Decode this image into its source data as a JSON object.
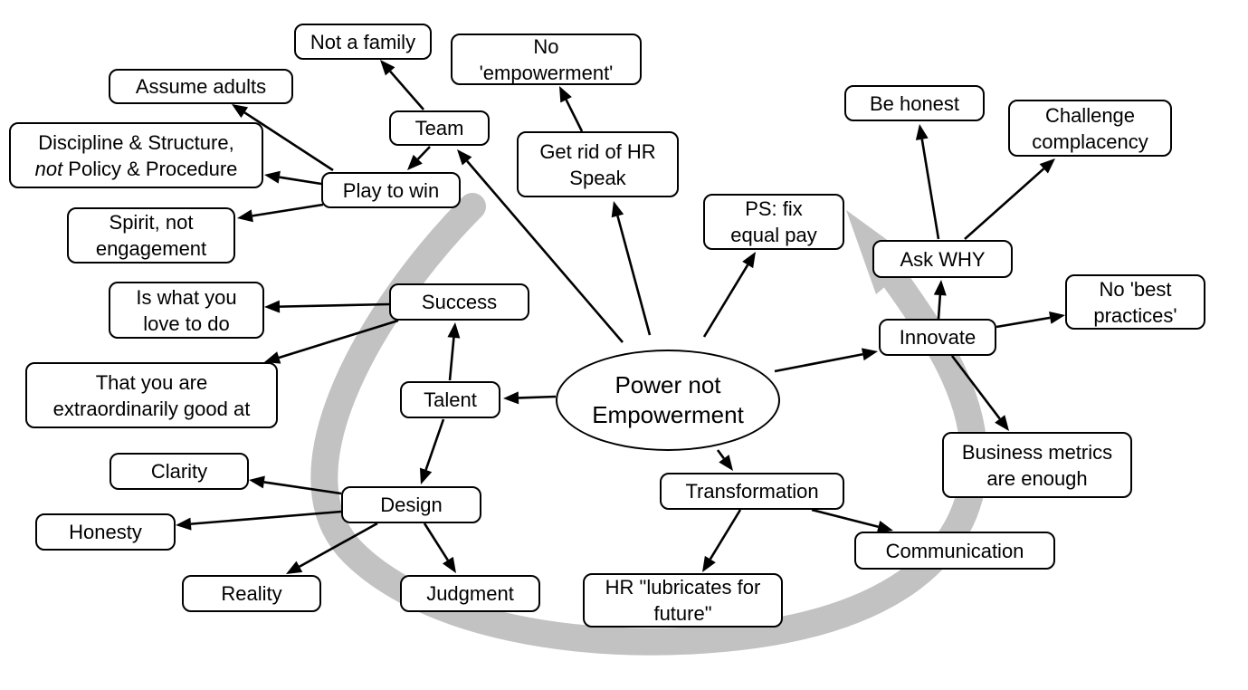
{
  "diagram": {
    "type": "concept-map",
    "colors": {
      "line": "#000000",
      "loop": "#c2c2c2",
      "node_fill": "#ffffff"
    },
    "center": {
      "id": "power",
      "label": "Power not\nEmpowerment"
    },
    "nodes": [
      {
        "id": "not_family",
        "label": "Not a family"
      },
      {
        "id": "no_empowerment",
        "label": "No\n'empowerment'"
      },
      {
        "id": "assume_adults",
        "label": "Assume adults"
      },
      {
        "id": "team",
        "label": "Team"
      },
      {
        "id": "hr_speak",
        "label": "Get rid of HR\nSpeak"
      },
      {
        "id": "discipline",
        "label": "Discipline & Structure,",
        "label_italic": "not",
        "label_rest": " Policy & Procedure"
      },
      {
        "id": "play_to_win",
        "label": "Play to win"
      },
      {
        "id": "spirit",
        "label": "Spirit, not\nengagement"
      },
      {
        "id": "equal_pay",
        "label": "PS: fix\nequal pay"
      },
      {
        "id": "be_honest",
        "label": "Be honest"
      },
      {
        "id": "challenge",
        "label": "Challenge\ncomplacency"
      },
      {
        "id": "ask_why",
        "label": "Ask WHY"
      },
      {
        "id": "love_to_do",
        "label": "Is what you\nlove to do"
      },
      {
        "id": "success",
        "label": "Success"
      },
      {
        "id": "best_practices",
        "label": "No 'best\npractices'"
      },
      {
        "id": "innovate",
        "label": "Innovate"
      },
      {
        "id": "good_at",
        "label": "That you are\nextraordinarily good at"
      },
      {
        "id": "talent",
        "label": "Talent"
      },
      {
        "id": "metrics",
        "label": "Business metrics\nare enough"
      },
      {
        "id": "clarity",
        "label": "Clarity"
      },
      {
        "id": "transformation",
        "label": "Transformation"
      },
      {
        "id": "design",
        "label": "Design"
      },
      {
        "id": "honesty",
        "label": "Honesty"
      },
      {
        "id": "communication",
        "label": "Communication"
      },
      {
        "id": "reality",
        "label": "Reality"
      },
      {
        "id": "judgment",
        "label": "Judgment"
      },
      {
        "id": "hr_lubricates",
        "label": "HR \"lubricates for\nfuture\""
      }
    ],
    "edges": [
      {
        "from": "power",
        "to": "team"
      },
      {
        "from": "power",
        "to": "hr_speak"
      },
      {
        "from": "power",
        "to": "equal_pay"
      },
      {
        "from": "power",
        "to": "innovate"
      },
      {
        "from": "power",
        "to": "talent"
      },
      {
        "from": "power",
        "to": "transformation"
      },
      {
        "from": "team",
        "to": "not_family"
      },
      {
        "from": "team",
        "to": "play_to_win"
      },
      {
        "from": "hr_speak",
        "to": "no_empowerment"
      },
      {
        "from": "play_to_win",
        "to": "assume_adults"
      },
      {
        "from": "play_to_win",
        "to": "discipline"
      },
      {
        "from": "play_to_win",
        "to": "spirit"
      },
      {
        "from": "innovate",
        "to": "ask_why"
      },
      {
        "from": "innovate",
        "to": "best_practices"
      },
      {
        "from": "innovate",
        "to": "metrics"
      },
      {
        "from": "ask_why",
        "to": "be_honest"
      },
      {
        "from": "ask_why",
        "to": "challenge"
      },
      {
        "from": "talent",
        "to": "success"
      },
      {
        "from": "talent",
        "to": "design"
      },
      {
        "from": "success",
        "to": "love_to_do"
      },
      {
        "from": "success",
        "to": "good_at"
      },
      {
        "from": "design",
        "to": "clarity"
      },
      {
        "from": "design",
        "to": "honesty"
      },
      {
        "from": "design",
        "to": "reality"
      },
      {
        "from": "design",
        "to": "judgment"
      },
      {
        "from": "transformation",
        "to": "hr_lubricates"
      },
      {
        "from": "transformation",
        "to": "communication"
      }
    ],
    "loop_arrow": {
      "description": "wide gray cyclic arrow around the map, pointing up-left toward 'PS: fix equal pay'"
    }
  }
}
